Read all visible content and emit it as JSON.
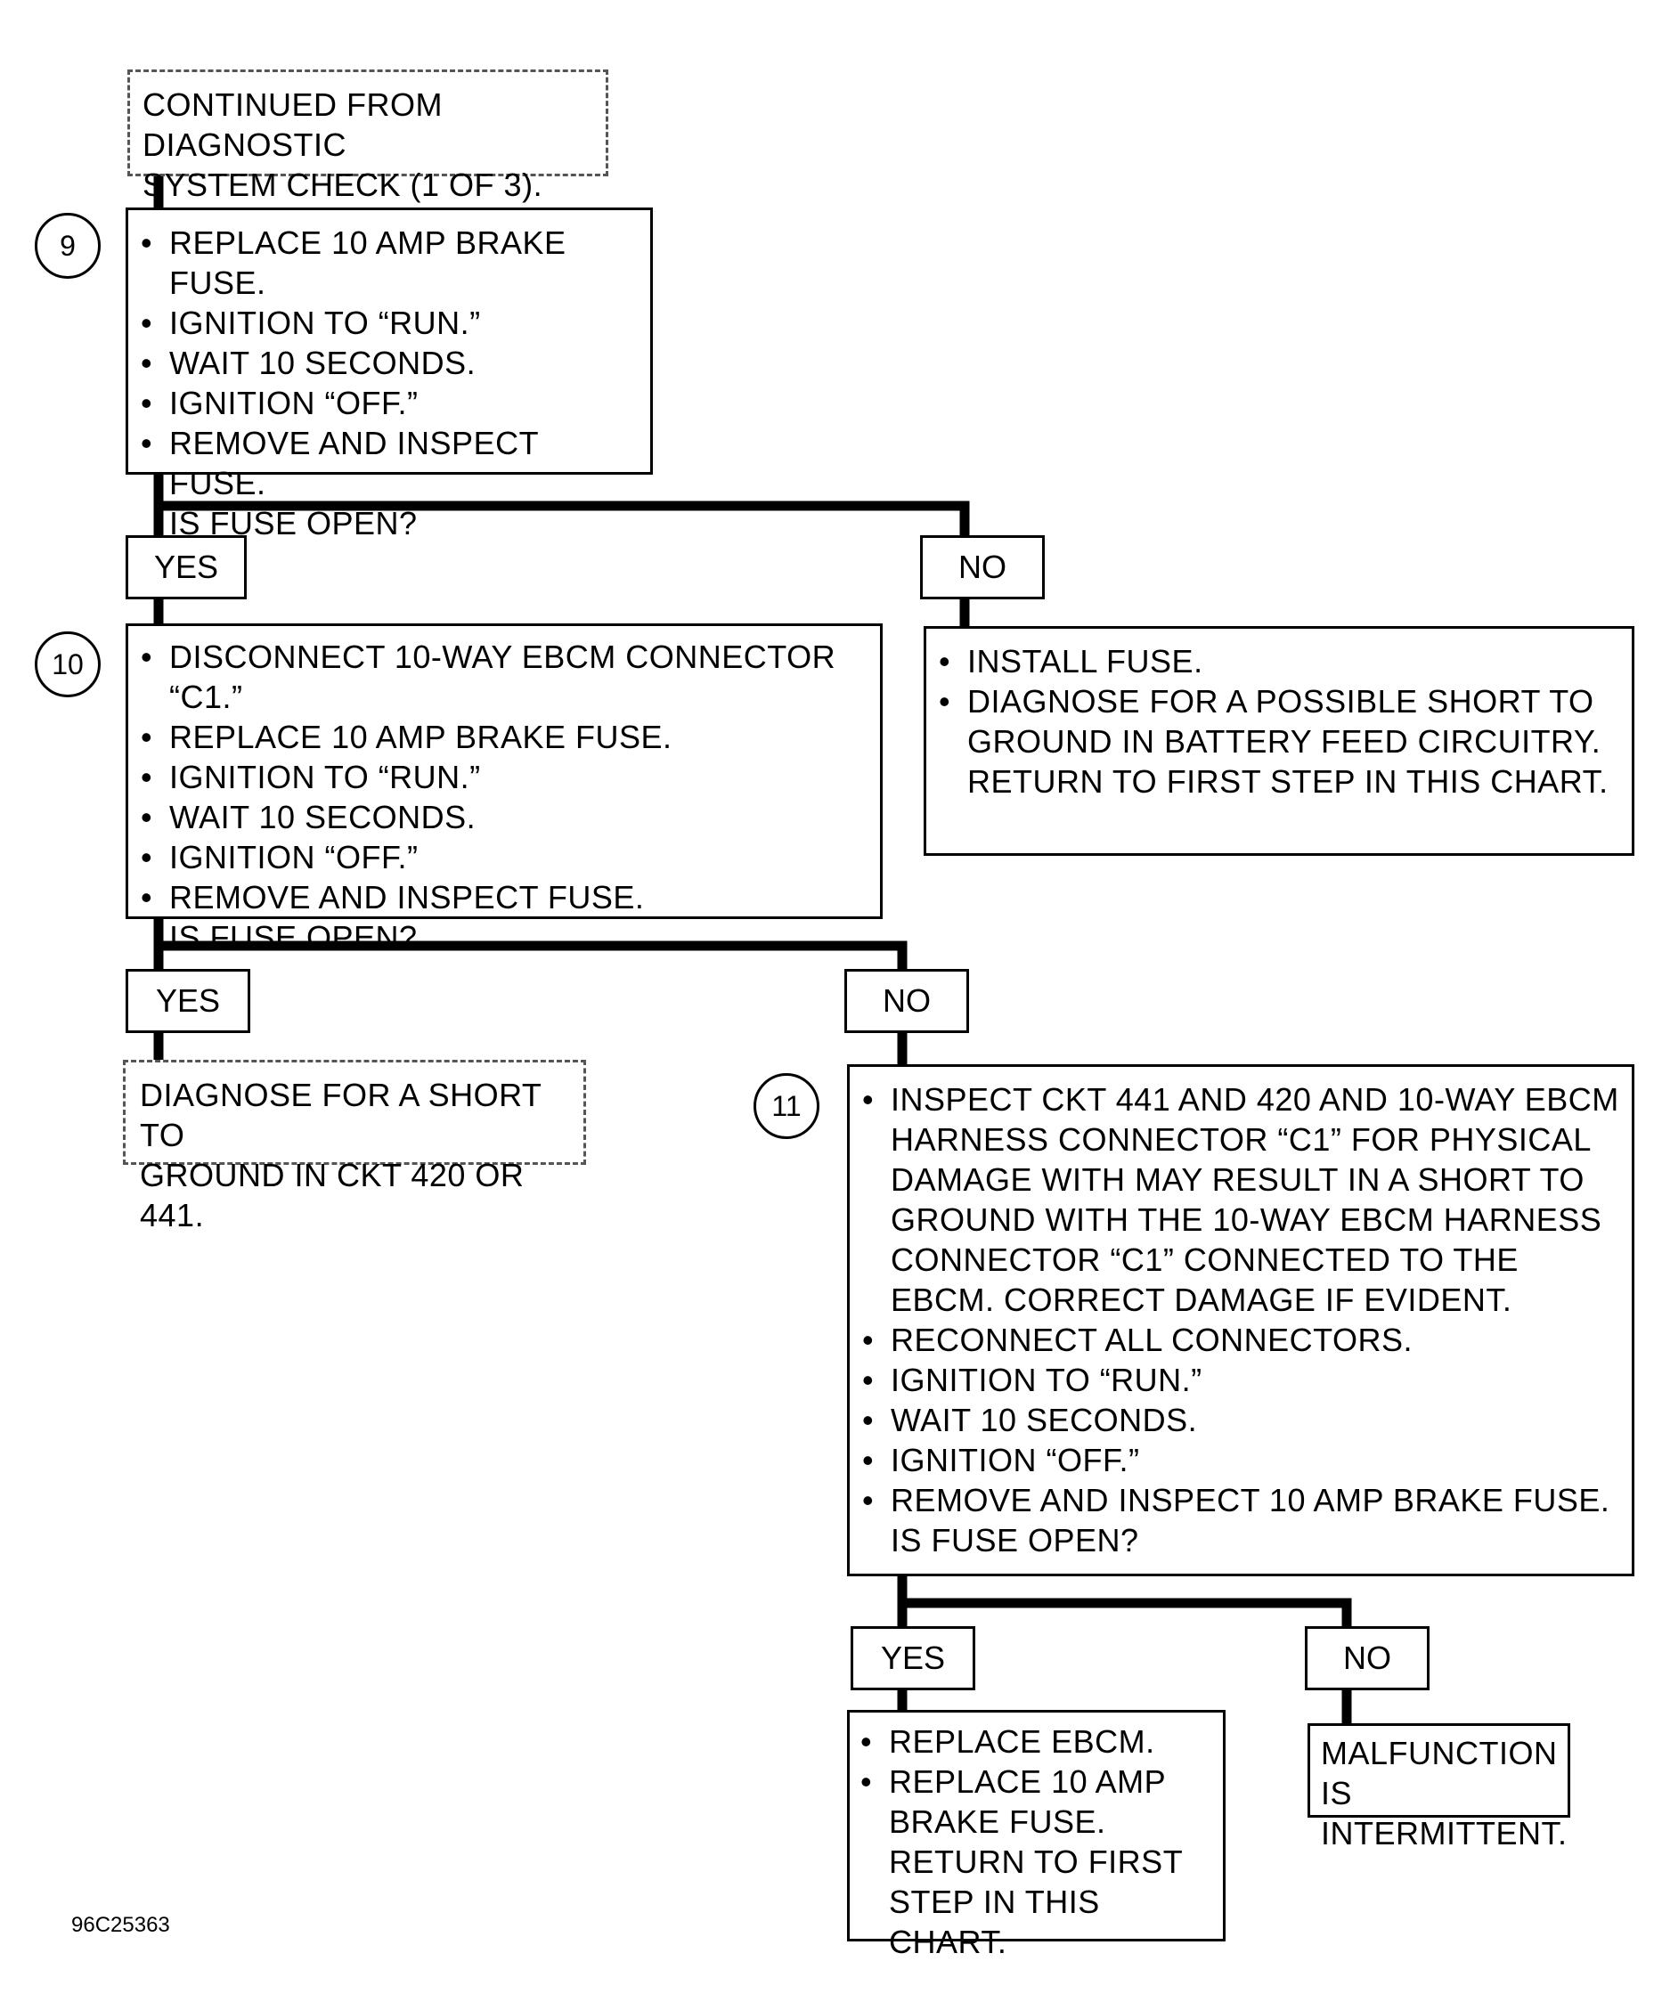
{
  "start_box": {
    "lines": [
      "CONTINUED FROM DIAGNOSTIC",
      "SYSTEM CHECK (1 OF 3)."
    ]
  },
  "step9": {
    "number": "9",
    "bullets": [
      "REPLACE 10 AMP BRAKE FUSE.",
      "IGNITION TO “RUN.”",
      "WAIT 10 SECONDS.",
      "IGNITION “OFF.”",
      "REMOVE AND INSPECT FUSE."
    ],
    "question": "IS FUSE OPEN?",
    "yes_label": "YES",
    "no_label": "NO"
  },
  "no9_action": {
    "bullets": [
      "INSTALL FUSE.",
      "DIAGNOSE FOR A POSSIBLE SHORT TO GROUND IN BATTERY FEED CIRCUITRY. RETURN TO FIRST STEP IN THIS CHART."
    ]
  },
  "step10": {
    "number": "10",
    "bullets": [
      "DISCONNECT 10-WAY EBCM CONNECTOR “C1.”",
      "REPLACE 10 AMP BRAKE FUSE.",
      "IGNITION TO “RUN.”",
      "WAIT 10 SECONDS.",
      "IGNITION “OFF.”",
      "REMOVE AND INSPECT FUSE."
    ],
    "question": "IS FUSE OPEN?",
    "yes_label": "YES",
    "no_label": "NO"
  },
  "yes10_action": {
    "lines": [
      "DIAGNOSE FOR A SHORT TO",
      "GROUND IN CKT 420 OR 441."
    ]
  },
  "step11": {
    "number": "11",
    "bullets": [
      "INSPECT CKT 441 AND 420 AND 10-WAY EBCM HARNESS CONNECTOR “C1” FOR PHYSICAL DAMAGE WITH MAY RESULT IN A SHORT TO GROUND WITH THE 10-WAY EBCM HARNESS CONNECTOR “C1” CONNECTED TO THE EBCM. CORRECT DAMAGE IF EVIDENT.",
      "RECONNECT ALL CONNECTORS.",
      "IGNITION TO “RUN.”",
      "WAIT 10 SECONDS.",
      "IGNITION “OFF.”",
      "REMOVE AND INSPECT 10 AMP BRAKE FUSE."
    ],
    "question": "IS FUSE OPEN?",
    "yes_label": "YES",
    "no_label": "NO"
  },
  "yes11_action": {
    "bullets": [
      "REPLACE EBCM.",
      "REPLACE 10 AMP BRAKE FUSE. RETURN TO FIRST STEP IN THIS CHART."
    ]
  },
  "no11_action": {
    "lines": [
      "MALFUNCTION IS",
      "INTERMITTENT."
    ]
  },
  "figure_id": "96C25363"
}
